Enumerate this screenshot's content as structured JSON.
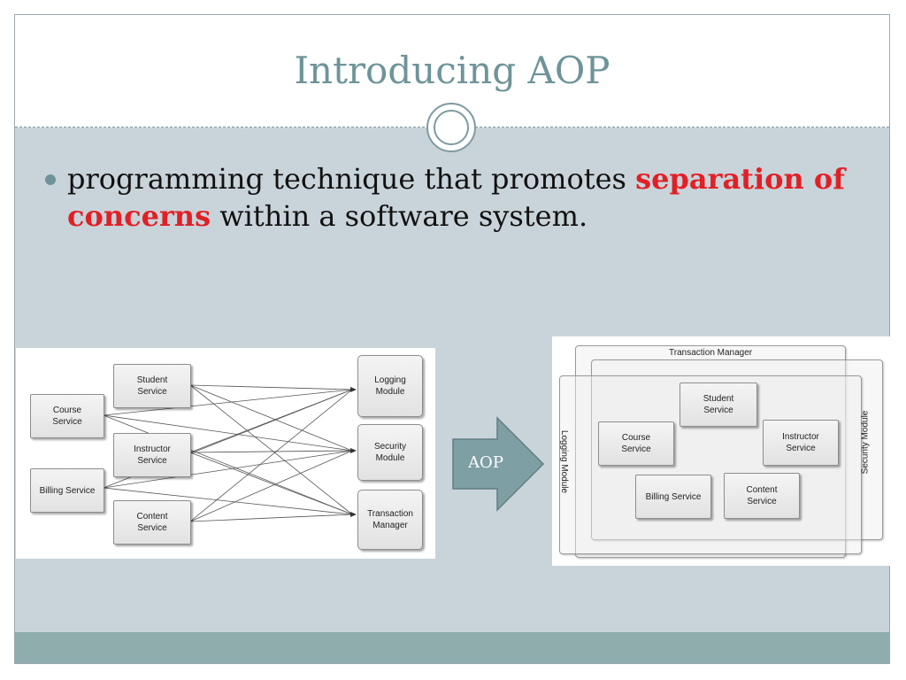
{
  "slide": {
    "title": "Introducing AOP",
    "bullet": {
      "text_before": "programming technique that promotes ",
      "highlight": "separation of concerns",
      "text_after": " within a software system."
    },
    "accent_color": "#6e9499",
    "highlight_color": "#e12026"
  },
  "left_diagram": {
    "services": {
      "student": "Student\nService",
      "course": "Course\nService",
      "instructor": "Instructor\nService",
      "billing": "Billing Service",
      "content": "Content\nService"
    },
    "modules": {
      "logging": "Logging\nModule",
      "security": "Security\nModule",
      "transaction": "Transaction\nManager"
    }
  },
  "arrow": {
    "label": "AOP"
  },
  "right_diagram": {
    "transaction_manager": "Transaction Manager",
    "security_module": "Security Module",
    "logging_module": "Logging Module",
    "services": {
      "student": "Student\nService",
      "course": "Course\nService",
      "instructor": "Instructor\nService",
      "billing": "Billing Service",
      "content": "Content\nService"
    }
  }
}
